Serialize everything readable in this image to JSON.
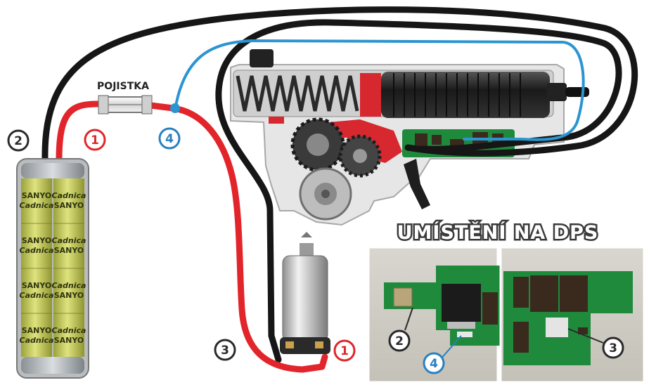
{
  "labels": {
    "fuse": "POJISTKA",
    "pcb_title": "UMÍSTĚNÍ NA DPS"
  },
  "markers": [
    {
      "text": "1",
      "color": "#e0262b"
    },
    {
      "text": "2",
      "color": "#2a2a2a"
    },
    {
      "text": "3",
      "color": "#2a2a2a"
    },
    {
      "text": "4",
      "color": "#2a80c0"
    }
  ],
  "battery": {
    "brand": "SANYO",
    "cell": "Cadnica"
  },
  "colors": {
    "wire_red": "#e2252b",
    "wire_black": "#161616",
    "wire_blue": "#2b95d1",
    "pcb_green": "#1f8a3c",
    "battery_green": "#c9d35a"
  }
}
